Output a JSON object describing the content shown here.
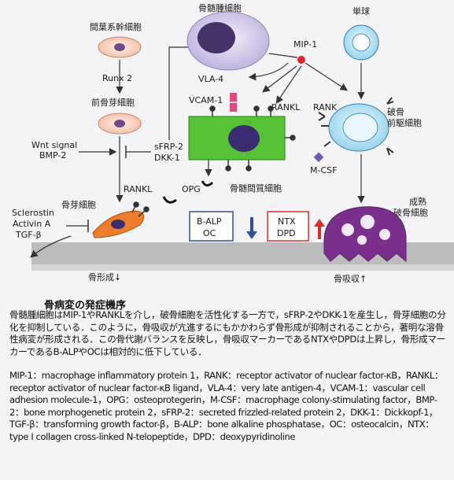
{
  "figure": {
    "labels": {
      "myeloma_cell": "骨髄腫細胞",
      "msc": "間葉系幹細胞",
      "runx2": "Runx 2",
      "preosteoblast": "前骨芽細胞",
      "wnt_line1": "Wnt signal",
      "wnt_line2": "BMP-2",
      "sfrp_line1": "sFRP-2",
      "sfrp_line2": "DKK-1",
      "monocyte": "単球",
      "mip1": "MIP-1",
      "vla4": "VLA-4",
      "vcam1": "VCAM-1",
      "rankl_top": "RANKL",
      "rank": "RANK",
      "preosteoclast_line1": "破骨",
      "preosteoclast_line2": "前駆細胞",
      "mcsf": "M-CSF",
      "stromal": "骨髄間質細胞",
      "rankl_osteoblast": "RANKL",
      "opg": "OPG",
      "osteoblast": "骨芽細胞",
      "sclerostin_line1": "Sclerostin",
      "sclerostin_line2": "Activin A",
      "sclerostin_line3": "TGF-β",
      "balp_line1": "B-ALP",
      "balp_line2": "OC",
      "ntx_line1": "NTX",
      "ntx_line2": "DPD",
      "mature_osteoclast_line1": "成熟",
      "mature_osteoclast_line2": "破骨細胞",
      "bone_formation": "骨形成↓",
      "bone_resorption": "骨吸収↑"
    }
  },
  "caption": {
    "title": "骨病変の発症機序",
    "body": "骨髄腫細胞はMIP-1やRANKLを介し，破骨細胞を活性化する一方で，sFRP-2やDKK-1を産生し，骨芽細胞の分化を抑制している．このように，骨吸収が亢進するにもかかわらず骨形成が抑制されることから，著明な溶骨性病変が形成される．この骨代謝バランスを反映し，骨吸収マーカーであるNTXやDPDは上昇し，骨形成マーカーであるB-ALPやOCは相対的に低下している．",
    "abbreviations": "MIP-1：macrophage inflammatory protein 1，RANK：receptor activator of nuclear factor-κB，RANKL：receptor activator of nuclear factor-κB ligand，VLA-4：very late antigen-4，VCAM-1：vascular cell adhesion molecule-1，OPG：osteoprotegerin，M-CSF：macrophage colony-stimulating factor，BMP-2：bone morphogenetic protein 2，sFRP-2：secreted frizzled-related protein 2，DKK-1：Dickkopf-1，TGF-β：transforming growth factor-β，B-ALP：bone alkaline phosphatase，OC：osteocalcin，NTX：type I collagen cross-linked N-telopeptide，DPD：deoxypyridinoline"
  }
}
